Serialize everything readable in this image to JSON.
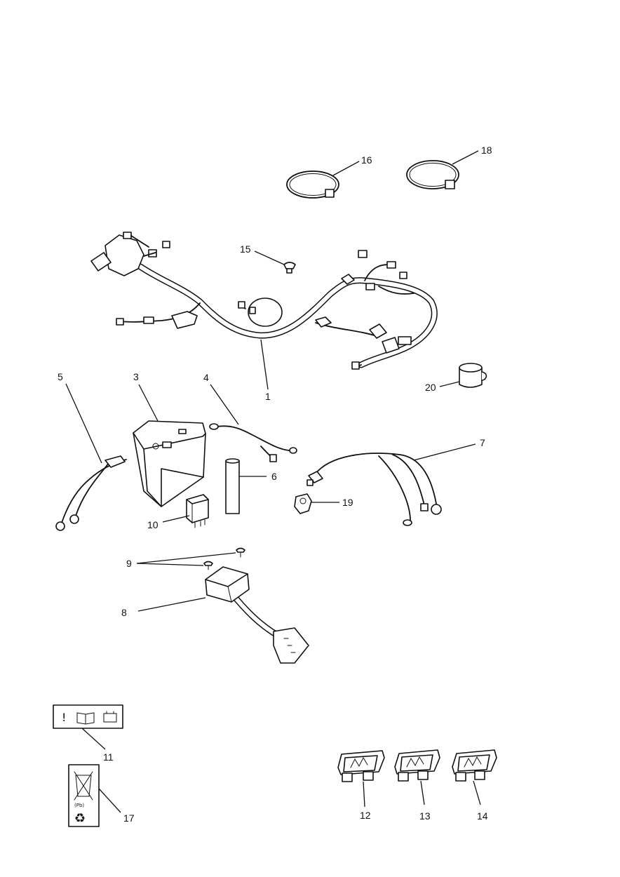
{
  "diagram": {
    "callouts": {
      "c1": "1",
      "c2": "3",
      "c3": "4",
      "c4": "5",
      "c5": "6",
      "c6": "7",
      "c7": "8",
      "c8": "9",
      "c9": "10",
      "c10": "11",
      "c11": "12",
      "c12": "13",
      "c13": "14",
      "c14": "15",
      "c15": "16",
      "c16": "17",
      "c17": "18",
      "c18": "19",
      "c19": "20"
    },
    "label_symbols": {
      "warning": "!",
      "recycle": "♻"
    }
  }
}
